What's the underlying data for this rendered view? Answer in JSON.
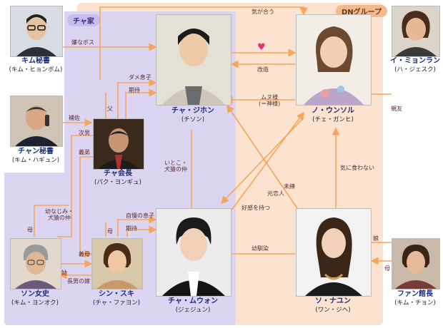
{
  "groups": {
    "cha_family": "チャ家",
    "dn_group": "DNグループ"
  },
  "people": {
    "kim_hidaehyo": {
      "name": "キム秘書",
      "actor": "(キム・ヒョンボム)"
    },
    "chang_hisho": {
      "name": "チャン秘書",
      "actor": "(キム・ハギュン)"
    },
    "cha_jihon": {
      "name": "チャ・ジホン",
      "actor": "(チソン)"
    },
    "noh_eunsol": {
      "name": "ノ・ウンソル",
      "actor": "(チェ・ガンヒ)"
    },
    "lee_myeongran": {
      "name": "イ・ミョンラン",
      "actor": "(ハ・ジェスク)"
    },
    "cha_kaicho": {
      "name": "チャ会長",
      "actor": "(パク・ヨンギュ)"
    },
    "son_joshi": {
      "name": "ソン女史",
      "actor": "(キム・ヨンオク)"
    },
    "shin_suki": {
      "name": "シン・スキ",
      "actor": "(チャ・ファヨン)"
    },
    "cha_muwon": {
      "name": "チャ・ムウォン",
      "actor": "(ジェジュン)"
    },
    "so_nayun": {
      "name": "ソ・ナユン",
      "actor": "(ワン・ジヘ)"
    },
    "fan_kancho": {
      "name": "ファン館長",
      "actor": "(キム・チョン)"
    }
  },
  "relations": {
    "kiga_au": "気が合う",
    "iyana_boss": "嫌なボス",
    "heart": "♥",
    "kaizo": "改造",
    "dame_musuko": "ダメ息子",
    "kitai1": "期待",
    "chichi": "父",
    "hosa": "補佐",
    "jinan": "次男",
    "gitei": "義弟",
    "muse_line1": "ムヌ様",
    "muse_line2": "(＝神様)",
    "shinyu": "親友",
    "itoko_line1": "いとこ・",
    "itoko_line2": "犬猿の仲",
    "ki_ni_kuwanai": "気に食わない",
    "miren": "未練",
    "moto_koibito": "元恋人",
    "koukan": "好感を持つ",
    "osananajimi_line1": "幼なじみ・",
    "osananajimi_line2": "犬猿の仲",
    "jiman_musuko": "自慢の息子",
    "kitai2": "期待",
    "haha1": "母",
    "haha2": "母",
    "haha3": "母",
    "gibo": "義母",
    "osananajimi": "幼馴染",
    "mago": "姑",
    "chonan_yome": "長男の嫁",
    "musume": "娘"
  },
  "colors": {
    "cha_region": "#dcd5f2",
    "dn_region": "#fbe3cf",
    "cha_label_bg": "#c9bdef",
    "dn_label_bg": "#f4b98c",
    "arrow": "#f5a65b",
    "heart": "#e6337f"
  }
}
